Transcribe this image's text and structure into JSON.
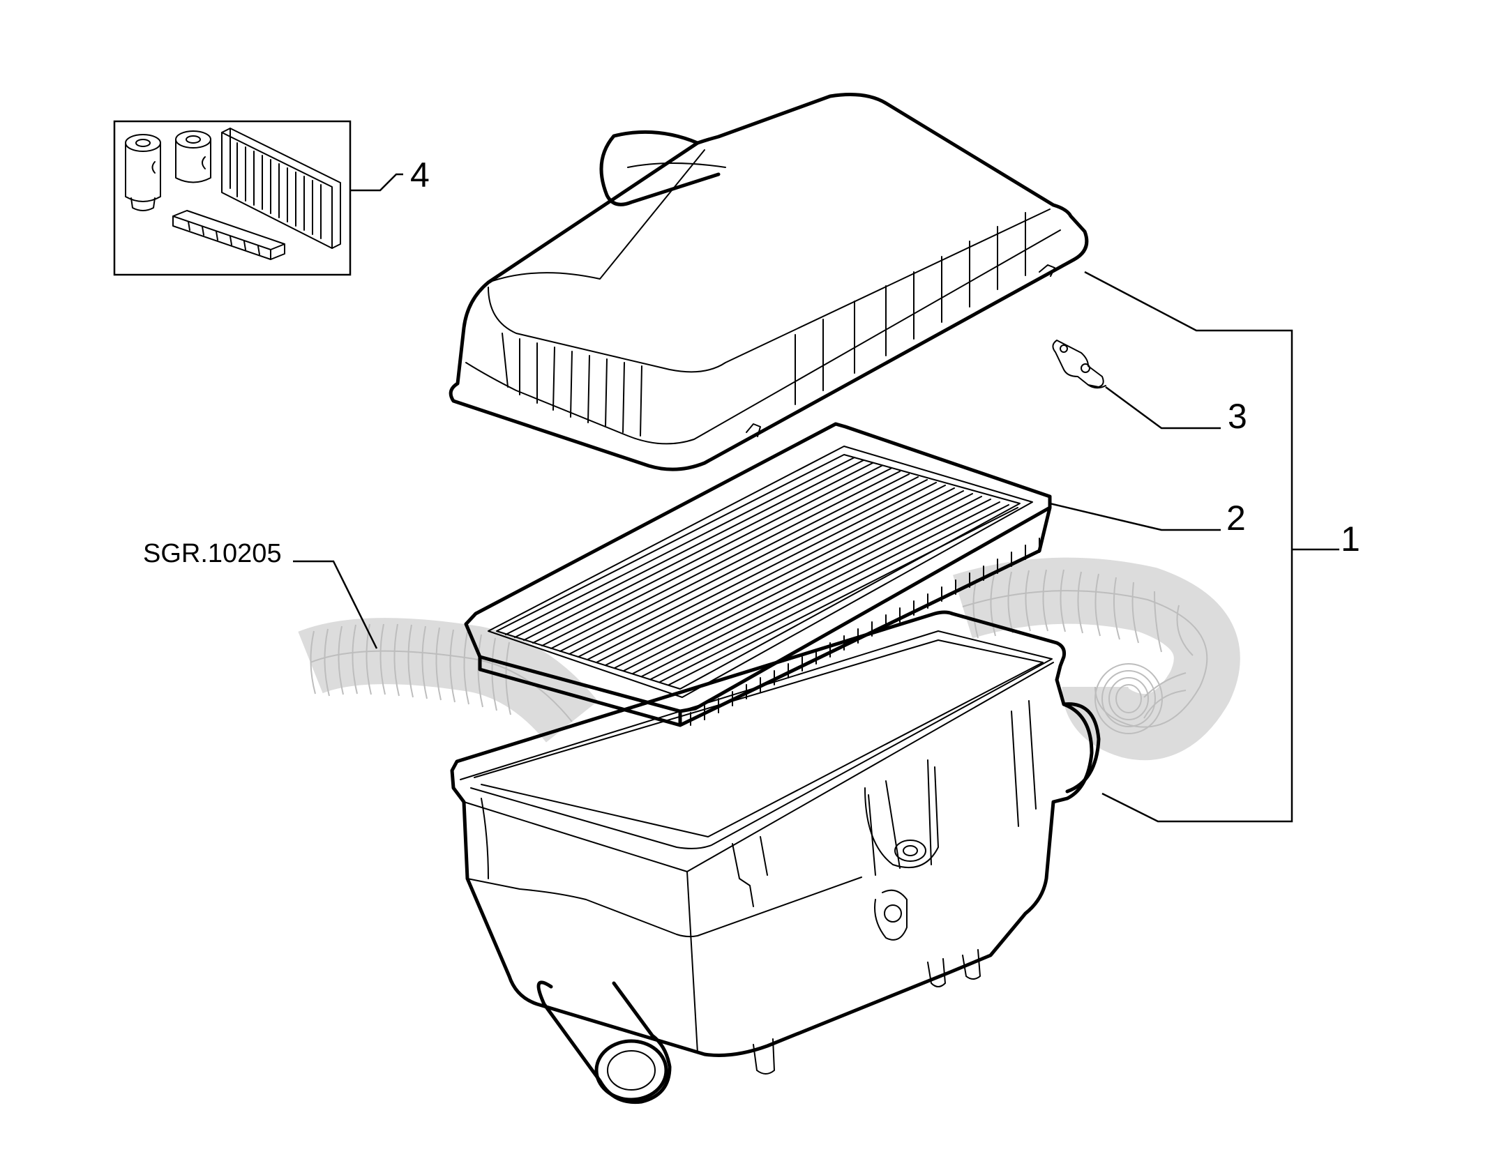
{
  "callouts": {
    "c1": "1",
    "c2": "2",
    "c3": "3",
    "c4": "4",
    "ref": "SGR.10205"
  },
  "colors": {
    "line": "#000000",
    "hose": "#bdbdbd",
    "background": "#ffffff"
  }
}
